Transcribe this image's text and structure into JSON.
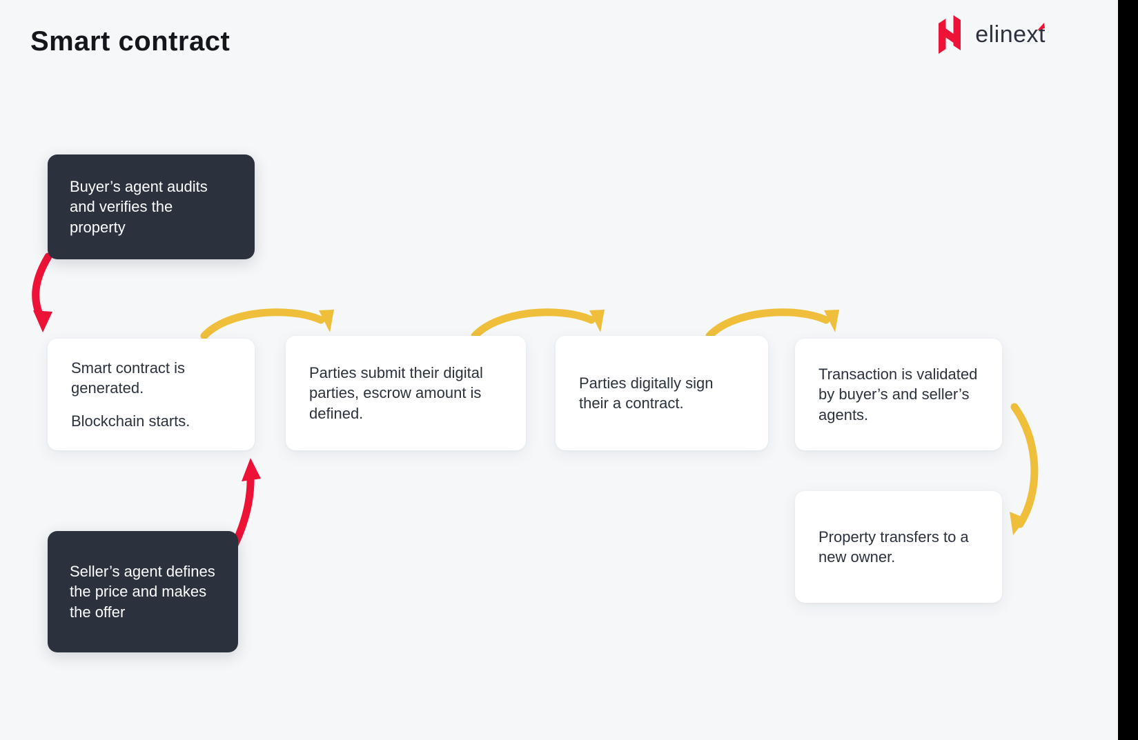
{
  "header": {
    "title": "Smart contract",
    "brand_word": "eliNExt",
    "brand_display": "elinext",
    "brand_mark_icon": "elinext-n-mark-icon"
  },
  "colors": {
    "background": "#F5F7F9",
    "card_light": "#FFFFFF",
    "card_dark": "#2B323E",
    "text_dark": "#2B323E",
    "text_light": "#FFFFFF",
    "arrow_yellow": "#EFBF3C",
    "arrow_red": "#EC1337",
    "brand_red": "#EC1337",
    "right_band": "#000000"
  },
  "diagram": {
    "type": "flow-diagram",
    "nodes": [
      {
        "id": "buyer-agent",
        "style": "dark",
        "lines": [
          "Buyer’s agent audits and verifies the property"
        ]
      },
      {
        "id": "seller-agent",
        "style": "dark",
        "lines": [
          "Seller’s agent defines the price and makes the offer"
        ]
      },
      {
        "id": "smart-contract",
        "style": "light",
        "lines": [
          "Smart contract is generated.",
          "Blockchain starts."
        ]
      },
      {
        "id": "parties-submit",
        "style": "light",
        "lines": [
          "Parties submit their digital parties, escrow amount is defined."
        ]
      },
      {
        "id": "parties-sign",
        "style": "light",
        "lines": [
          "Parties digitally sign their a contract."
        ]
      },
      {
        "id": "transaction-validated",
        "style": "light",
        "lines": [
          "Transaction is validated by buyer’s and seller’s agents."
        ]
      },
      {
        "id": "property-transfers",
        "style": "light",
        "lines": [
          "Property transfers to a new owner."
        ]
      }
    ],
    "connectors": [
      {
        "id": "buyer-to-smart-contract",
        "from": "buyer-agent",
        "to": "smart-contract",
        "color": "#EC1337",
        "direction": "down"
      },
      {
        "id": "seller-to-smart-contract",
        "from": "seller-agent",
        "to": "smart-contract",
        "color": "#EC1337",
        "direction": "up"
      },
      {
        "id": "smart-to-submit",
        "from": "smart-contract",
        "to": "parties-submit",
        "color": "#EFBF3C",
        "direction": "right"
      },
      {
        "id": "submit-to-sign",
        "from": "parties-submit",
        "to": "parties-sign",
        "color": "#EFBF3C",
        "direction": "right"
      },
      {
        "id": "sign-to-transaction",
        "from": "parties-sign",
        "to": "transaction-validated",
        "color": "#EFBF3C",
        "direction": "right"
      },
      {
        "id": "transaction-to-property",
        "from": "transaction-validated",
        "to": "property-transfers",
        "color": "#EFBF3C",
        "direction": "down"
      }
    ]
  }
}
